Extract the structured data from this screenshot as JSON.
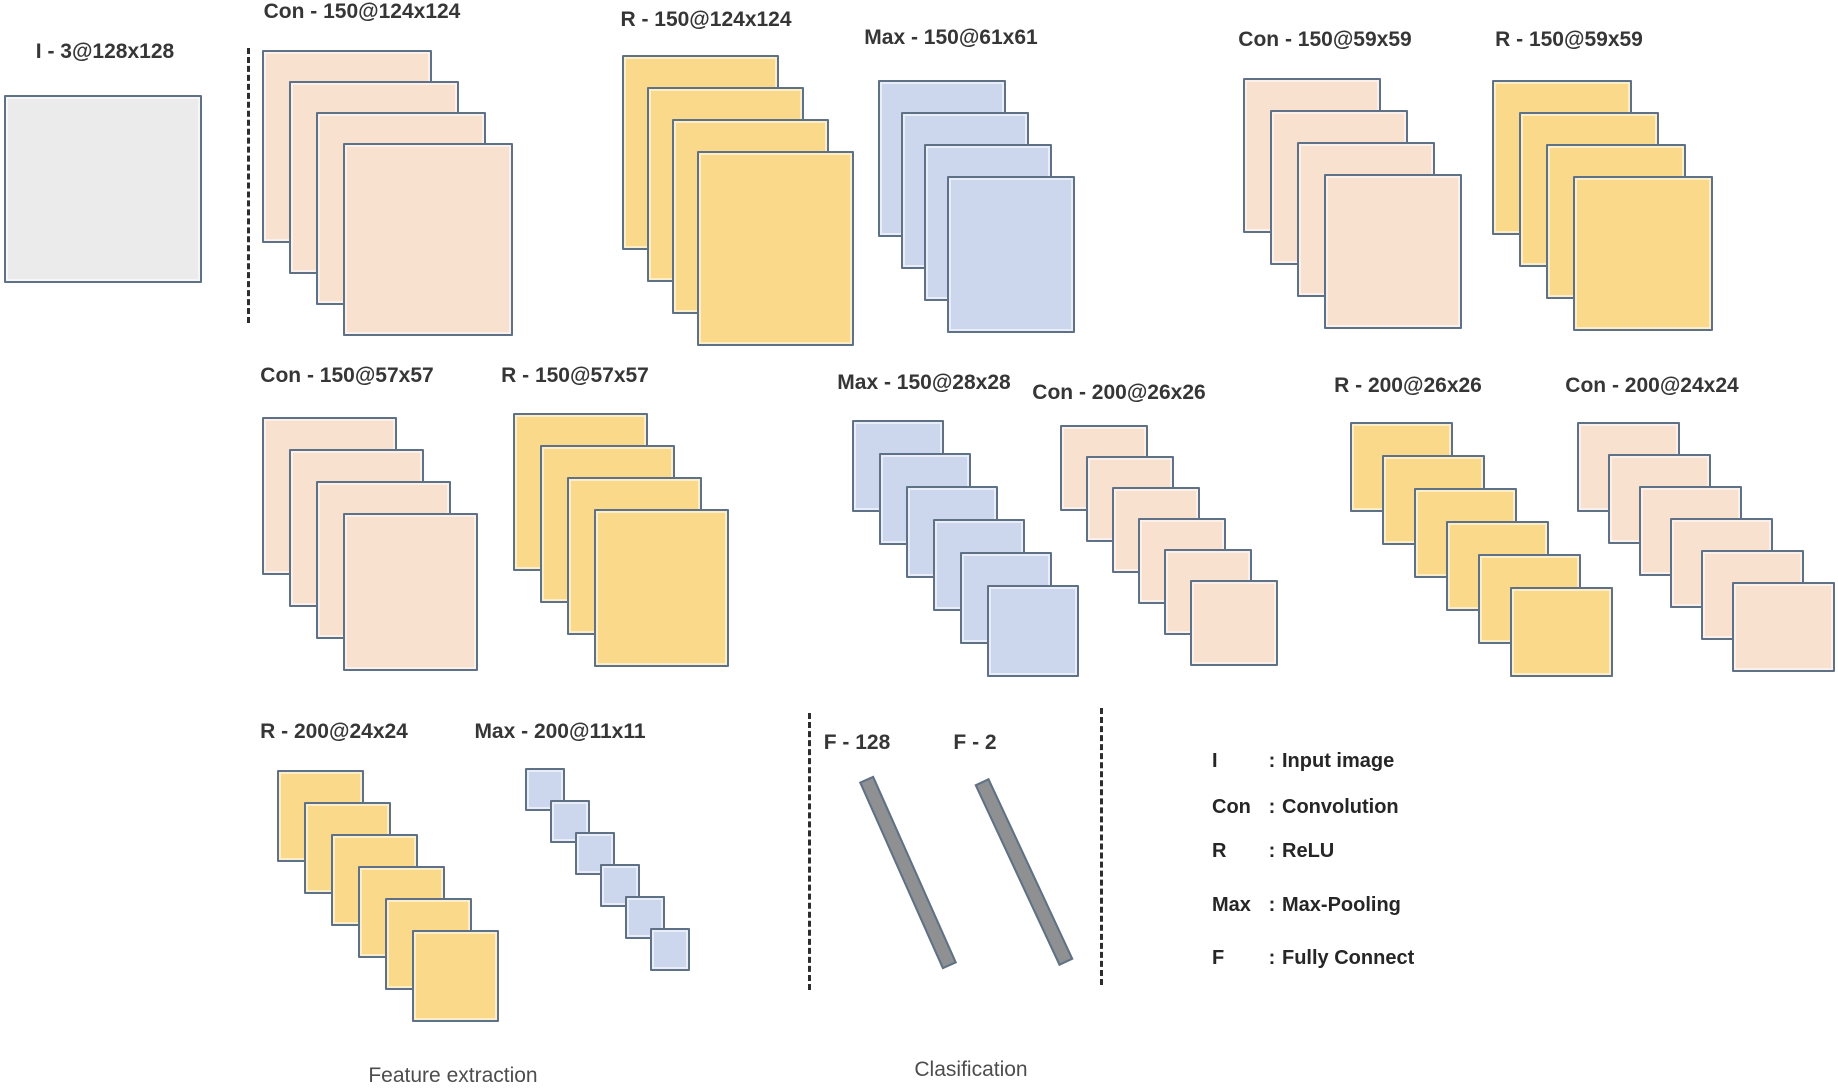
{
  "diagram": {
    "sections": {
      "feature_extraction": "Feature extraction",
      "classification": "Clasification"
    },
    "layers": [
      {
        "id": "input",
        "label": "I - 3@128x128",
        "type": "input",
        "maps": 1
      },
      {
        "id": "con124",
        "label": "Con - 150@124x124",
        "type": "conv",
        "maps": 4
      },
      {
        "id": "r124",
        "label": "R - 150@124x124",
        "type": "relu",
        "maps": 4
      },
      {
        "id": "max61",
        "label": "Max - 150@61x61",
        "type": "pool",
        "maps": 4
      },
      {
        "id": "con59",
        "label": "Con - 150@59x59",
        "type": "conv",
        "maps": 4
      },
      {
        "id": "r59",
        "label": "R - 150@59x59",
        "type": "relu",
        "maps": 4
      },
      {
        "id": "con57",
        "label": "Con - 150@57x57",
        "type": "conv",
        "maps": 4
      },
      {
        "id": "r57",
        "label": "R - 150@57x57",
        "type": "relu",
        "maps": 4
      },
      {
        "id": "max28",
        "label": "Max - 150@28x28",
        "type": "pool",
        "maps": 6
      },
      {
        "id": "con26",
        "label": "Con - 200@26x26",
        "type": "conv",
        "maps": 6
      },
      {
        "id": "r26",
        "label": "R - 200@26x26",
        "type": "relu",
        "maps": 6
      },
      {
        "id": "con24",
        "label": "Con - 200@24x24",
        "type": "conv",
        "maps": 6
      },
      {
        "id": "r24",
        "label": "R - 200@24x24",
        "type": "relu",
        "maps": 6
      },
      {
        "id": "max11",
        "label": "Max - 200@11x11",
        "type": "pool",
        "maps": 6
      },
      {
        "id": "f128",
        "label": "F - 128",
        "type": "fc",
        "maps": 1
      },
      {
        "id": "f2",
        "label": "F - 2",
        "type": "fc",
        "maps": 1
      }
    ],
    "legend": [
      {
        "term": "I",
        "sep": ":",
        "desc": "Input image"
      },
      {
        "term": "Con",
        "sep": ":",
        "desc": "Convolution"
      },
      {
        "term": "R",
        "sep": ":",
        "desc": "ReLU"
      },
      {
        "term": "Max",
        "sep": ":",
        "desc": "Max-Pooling"
      },
      {
        "term": "F",
        "sep": ":",
        "desc": "Fully Connect"
      }
    ],
    "colors": {
      "input": "#ebebeb",
      "conv": "#f9e1d0",
      "relu": "#fbd98a",
      "pool": "#ccd7ed",
      "fully_connected": "#8f9091",
      "outline": "#5e7186"
    }
  }
}
